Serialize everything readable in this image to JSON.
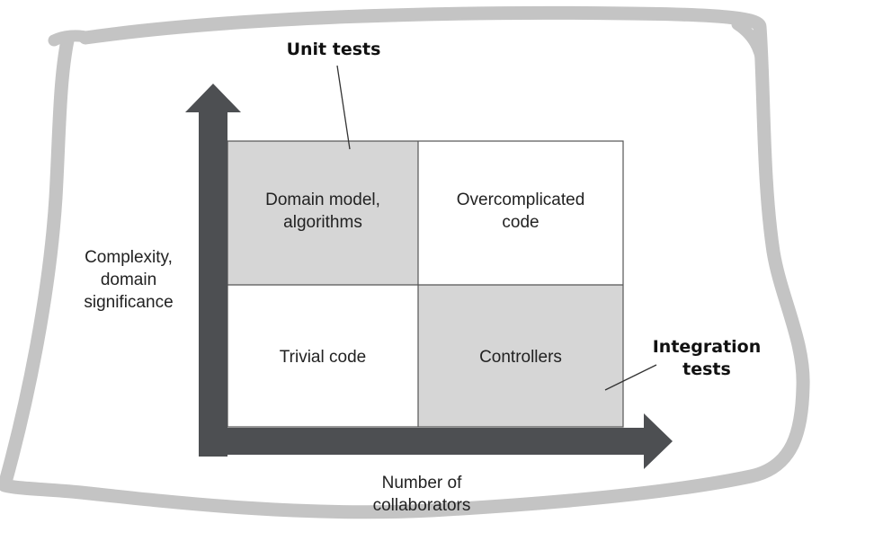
{
  "callouts": {
    "unit_tests": "Unit tests",
    "integration_tests": [
      "Integration",
      "tests"
    ]
  },
  "axes": {
    "y_label": [
      "Complexity,",
      "domain",
      "significance"
    ],
    "x_label": [
      "Number of",
      "collaborators"
    ]
  },
  "quadrants": {
    "top_left": [
      "Domain model,",
      "algorithms"
    ],
    "top_right": [
      "Overcomplicated",
      "code"
    ],
    "bottom_left": "Trivial code",
    "bottom_right": "Controllers"
  },
  "colors": {
    "shaded_quadrant": "#d6d6d6",
    "plain_quadrant": "#ffffff",
    "axis_arrow": "#4d4f52",
    "sketch_border": "#c4c4c4",
    "grid_line": "#555555"
  }
}
